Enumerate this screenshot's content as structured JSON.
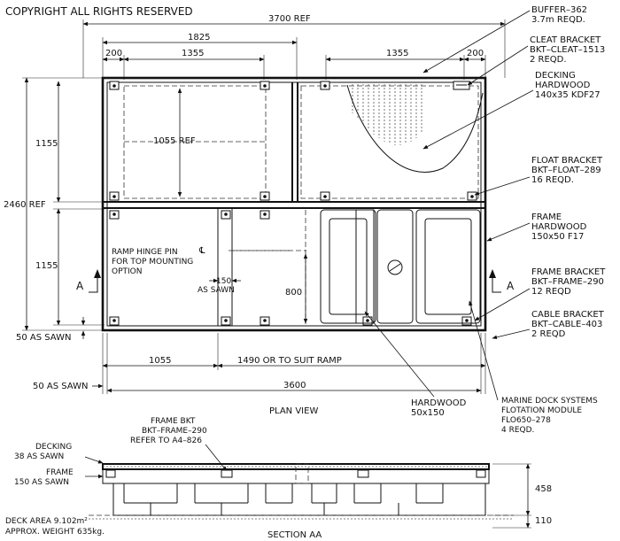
{
  "copyright": "COPYRIGHT ALL RIGHTS RESERVED",
  "views": {
    "plan": "PLAN VIEW",
    "section": "SECTION AA"
  },
  "section_markers": {
    "left": "A",
    "right": "A"
  },
  "dimensions": {
    "overall_ref": "3700 REF",
    "d1825": "1825",
    "d200_left": "200",
    "d1355_left": "1355",
    "d1355_right": "1355",
    "d200_right": "200",
    "d2460_ref": "2460 REF",
    "d1155_top": "1155",
    "d1155_bot": "1155",
    "d1055_ref": "1055 REF",
    "d150_as_sawn": [
      "150",
      "AS SAWN"
    ],
    "d800": "800",
    "d50_as_sawn_a": "50 AS SAWN",
    "d50_as_sawn_b": "50 AS SAWN",
    "d1055": "1055",
    "d1490": "1490 OR TO SUIT RAMP",
    "d3600": "3600",
    "d458": "458",
    "d110": "110"
  },
  "labels": {
    "buffer": [
      "BUFFER–362",
      "3.7m REQD."
    ],
    "cleat_bracket": [
      "CLEAT BRACKET",
      "BKT–CLEAT–1513",
      "2 REQD."
    ],
    "decking": [
      "DECKING",
      "HARDWOOD",
      "140x35 KDF27"
    ],
    "float_bracket": [
      "FLOAT BRACKET",
      "BKT–FLOAT–289",
      "16 REQD."
    ],
    "frame": [
      "FRAME",
      "HARDWOOD",
      "150x50 F17"
    ],
    "frame_bracket": [
      "FRAME BRACKET",
      "BKT–FRAME–290",
      "12 REQD"
    ],
    "cable_bracket": [
      "CABLE BRACKET",
      "BKT–CABLE–403",
      "2 REQD"
    ],
    "ramp_hinge": [
      "RAMP HINGE PIN",
      "FOR TOP MOUNTING",
      "OPTION"
    ],
    "centerline": "℄",
    "hardwood": [
      "HARDWOOD",
      "50x150"
    ],
    "flotation": [
      "MARINE DOCK SYSTEMS",
      "FLOTATION MODULE",
      "FLO650–278",
      "4 REQD."
    ],
    "frame_bkt_section": [
      "FRAME BKT",
      "BKT–FRAME–290",
      "REFER TO A4–826"
    ],
    "decking_section": [
      "DECKING",
      "38 AS SAWN"
    ],
    "frame_section": [
      "FRAME",
      "150 AS SAWN"
    ],
    "deck_area": [
      "DECK AREA 9.102m²",
      "APPROX. WEIGHT 635kg."
    ]
  }
}
